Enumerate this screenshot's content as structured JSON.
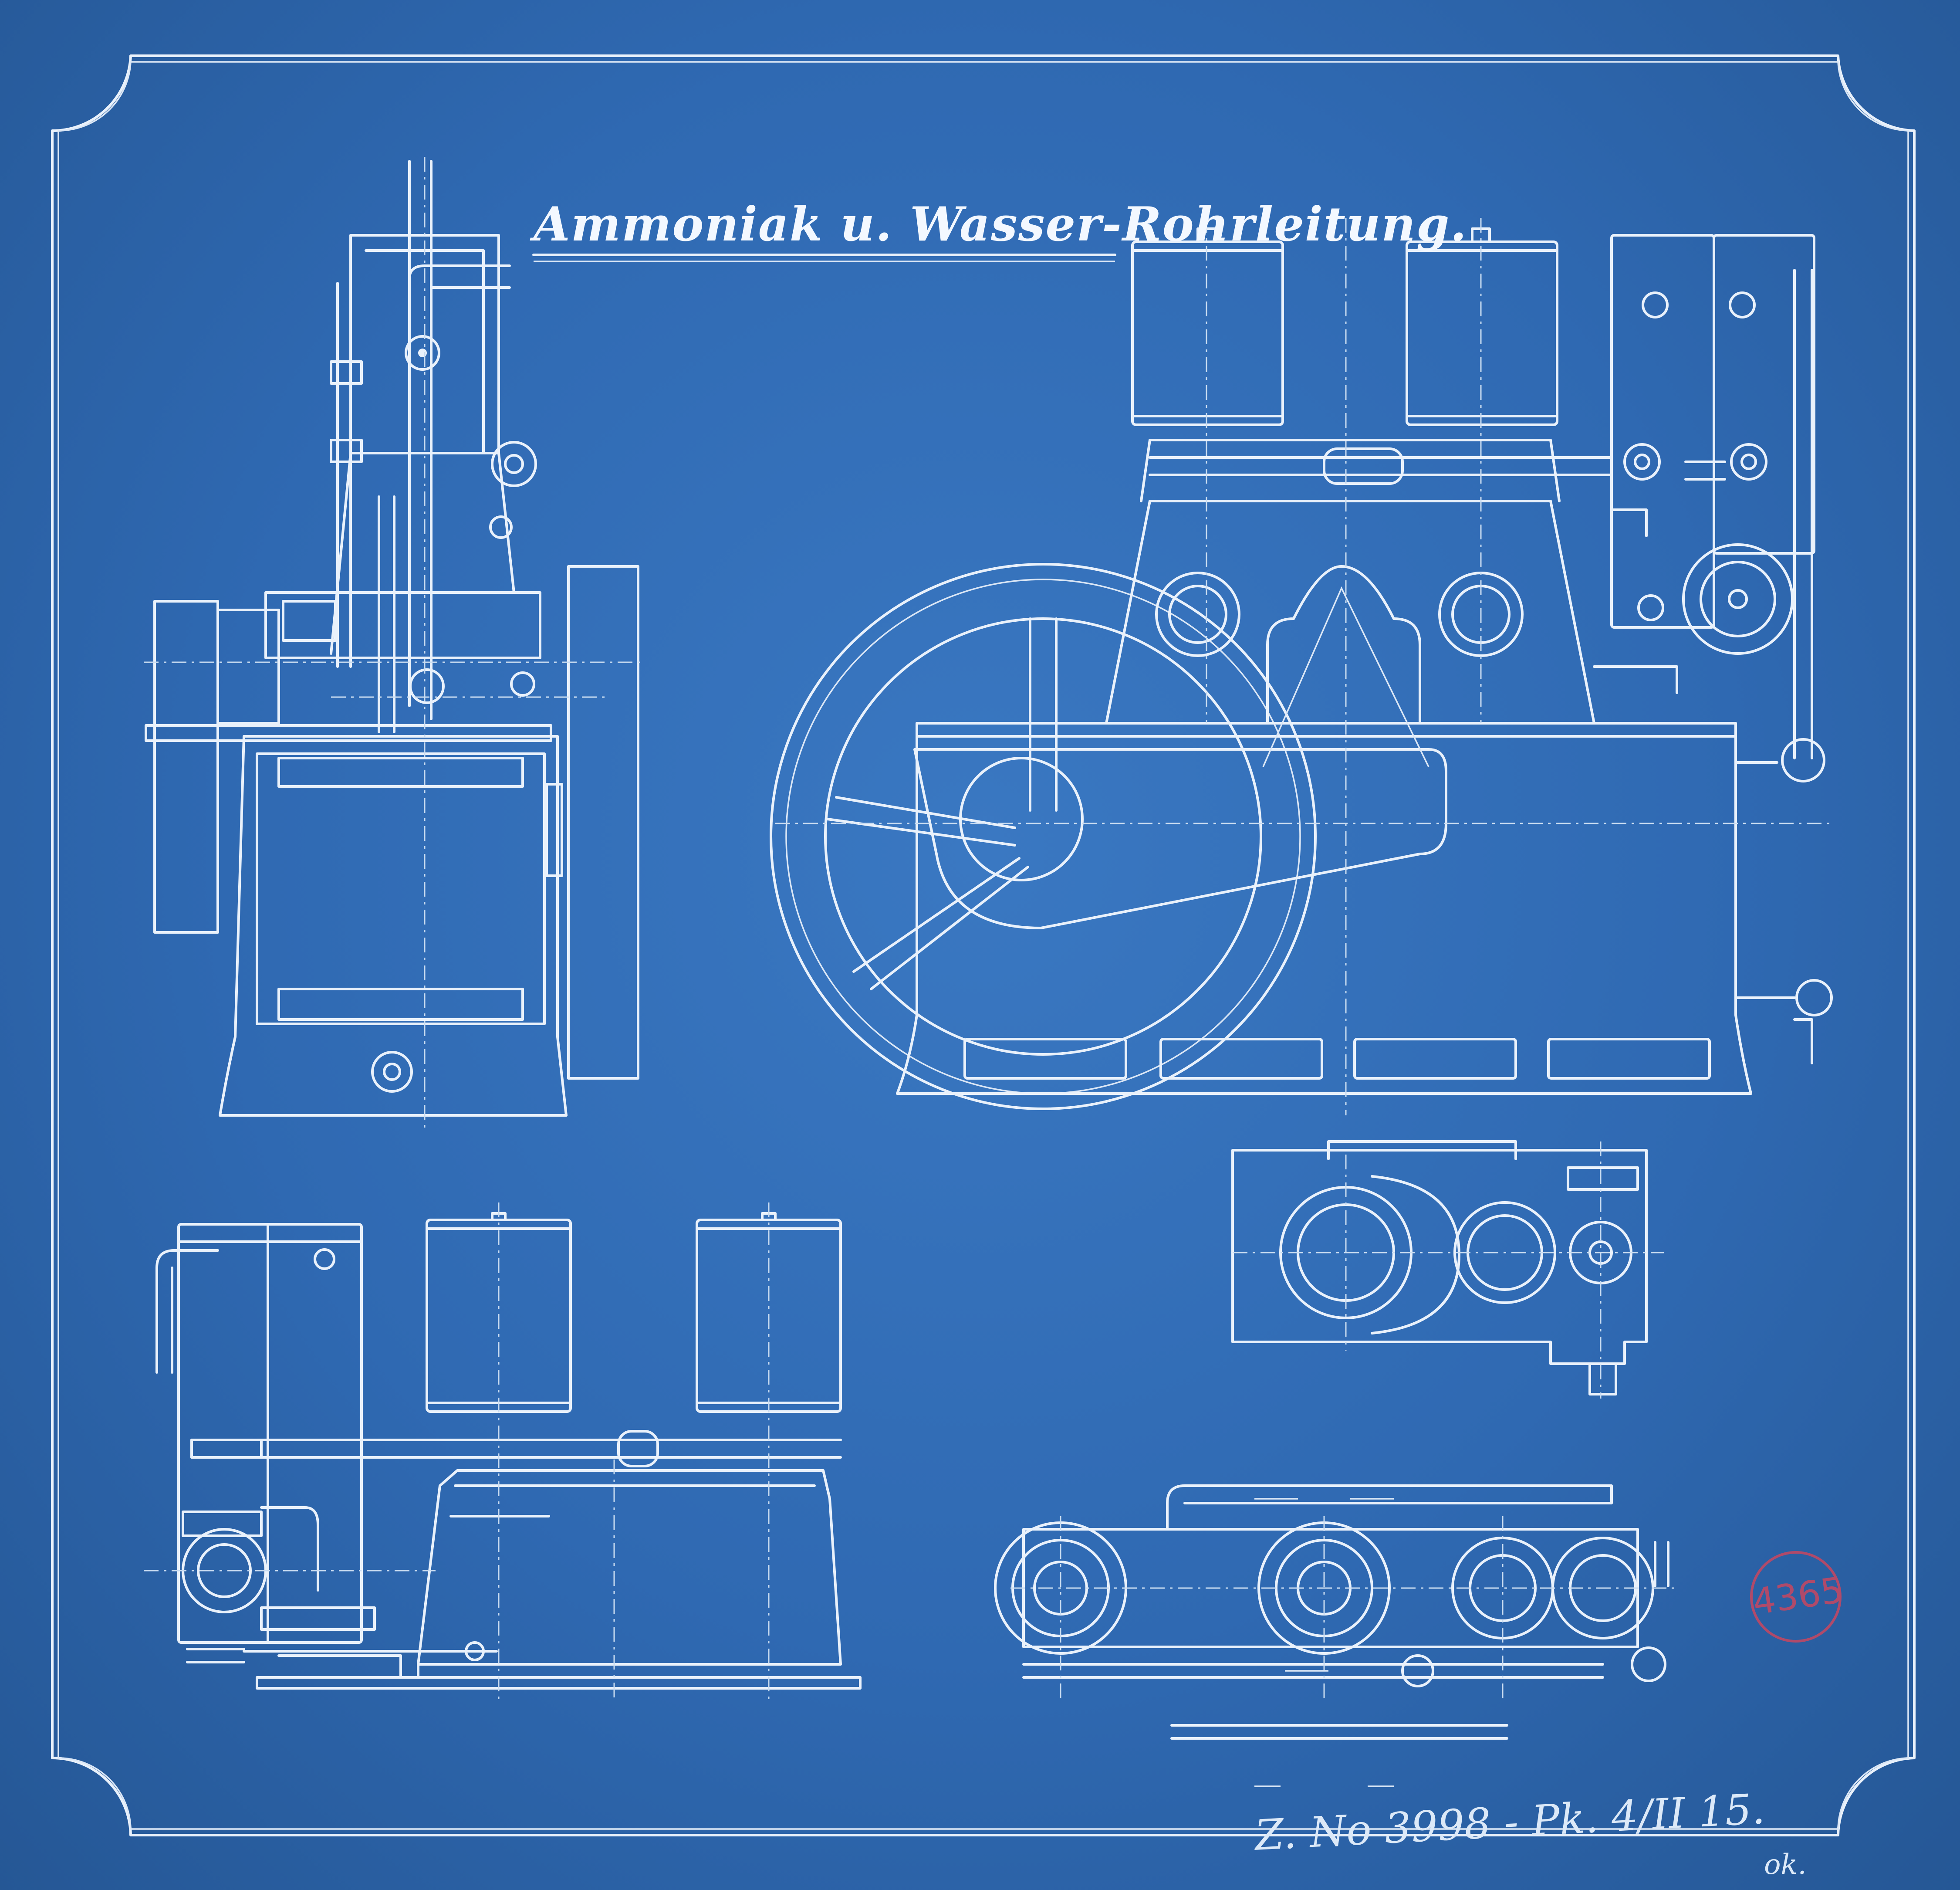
{
  "sheet": {
    "title": "Ammoniak u. Wasser-Rohrleitung.",
    "drawing_number": "Z. No 3998 - Pk. 4/II 15.",
    "initials": "ok.",
    "stamp": "4365",
    "colors": {
      "paper": "#2f67b1",
      "lines": "#e9f1fb",
      "stamp": "#b04a6a"
    }
  }
}
